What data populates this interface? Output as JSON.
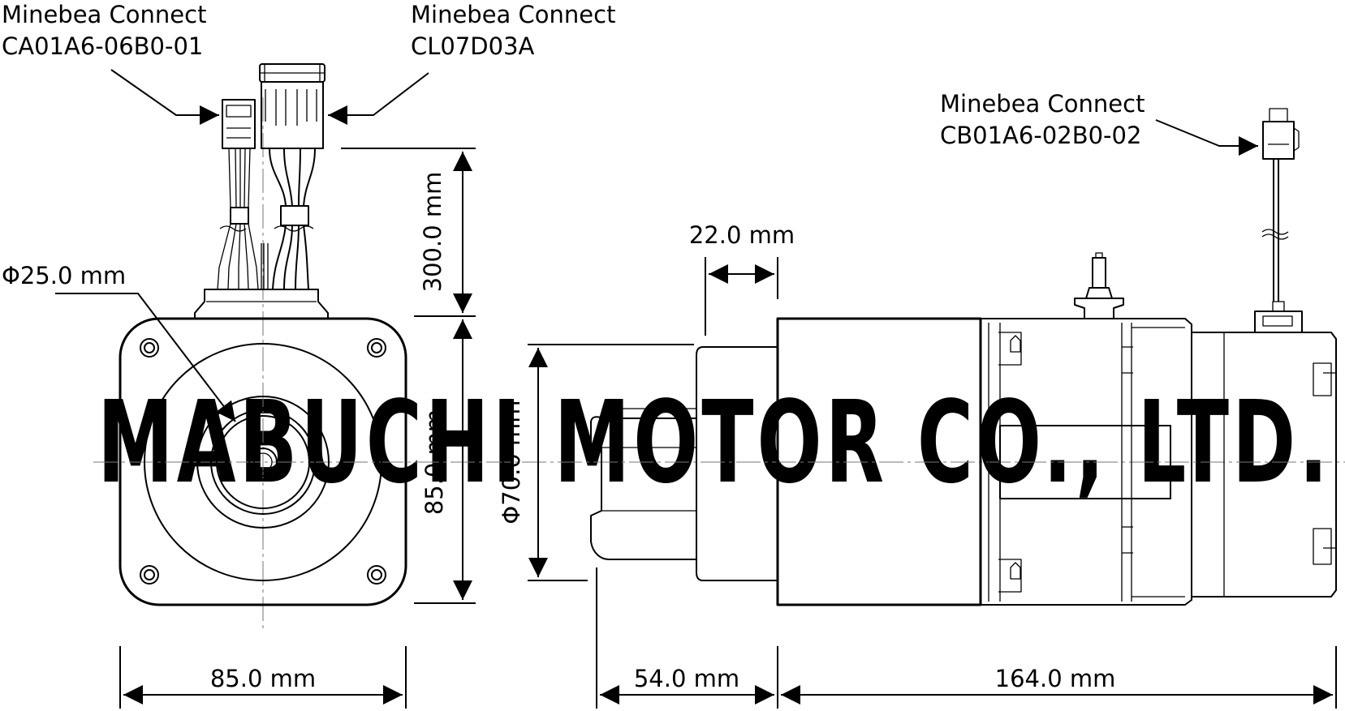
{
  "watermark": "MABUCHI MOTOR CO., LTD.",
  "connectors": {
    "left_signal": {
      "line1": "Minebea Connect",
      "line2": "CA01A6-06B0-01"
    },
    "left_power": {
      "line1": "Minebea Connect",
      "line2": "CL07D03A"
    },
    "right_cable": {
      "line1": "Minebea Connect",
      "line2": "CB01A6-02B0-02"
    }
  },
  "dimensions": {
    "cable_length": "300.0 mm",
    "flange_height": "85.0 mm",
    "flange_width": "85.0 mm",
    "shaft_diameter": "Φ25.0 mm",
    "gear_diameter": "Φ70.0 mm",
    "gear_step": "22.0 mm",
    "shaft_length": "54.0 mm",
    "body_length": "164.0 mm"
  }
}
